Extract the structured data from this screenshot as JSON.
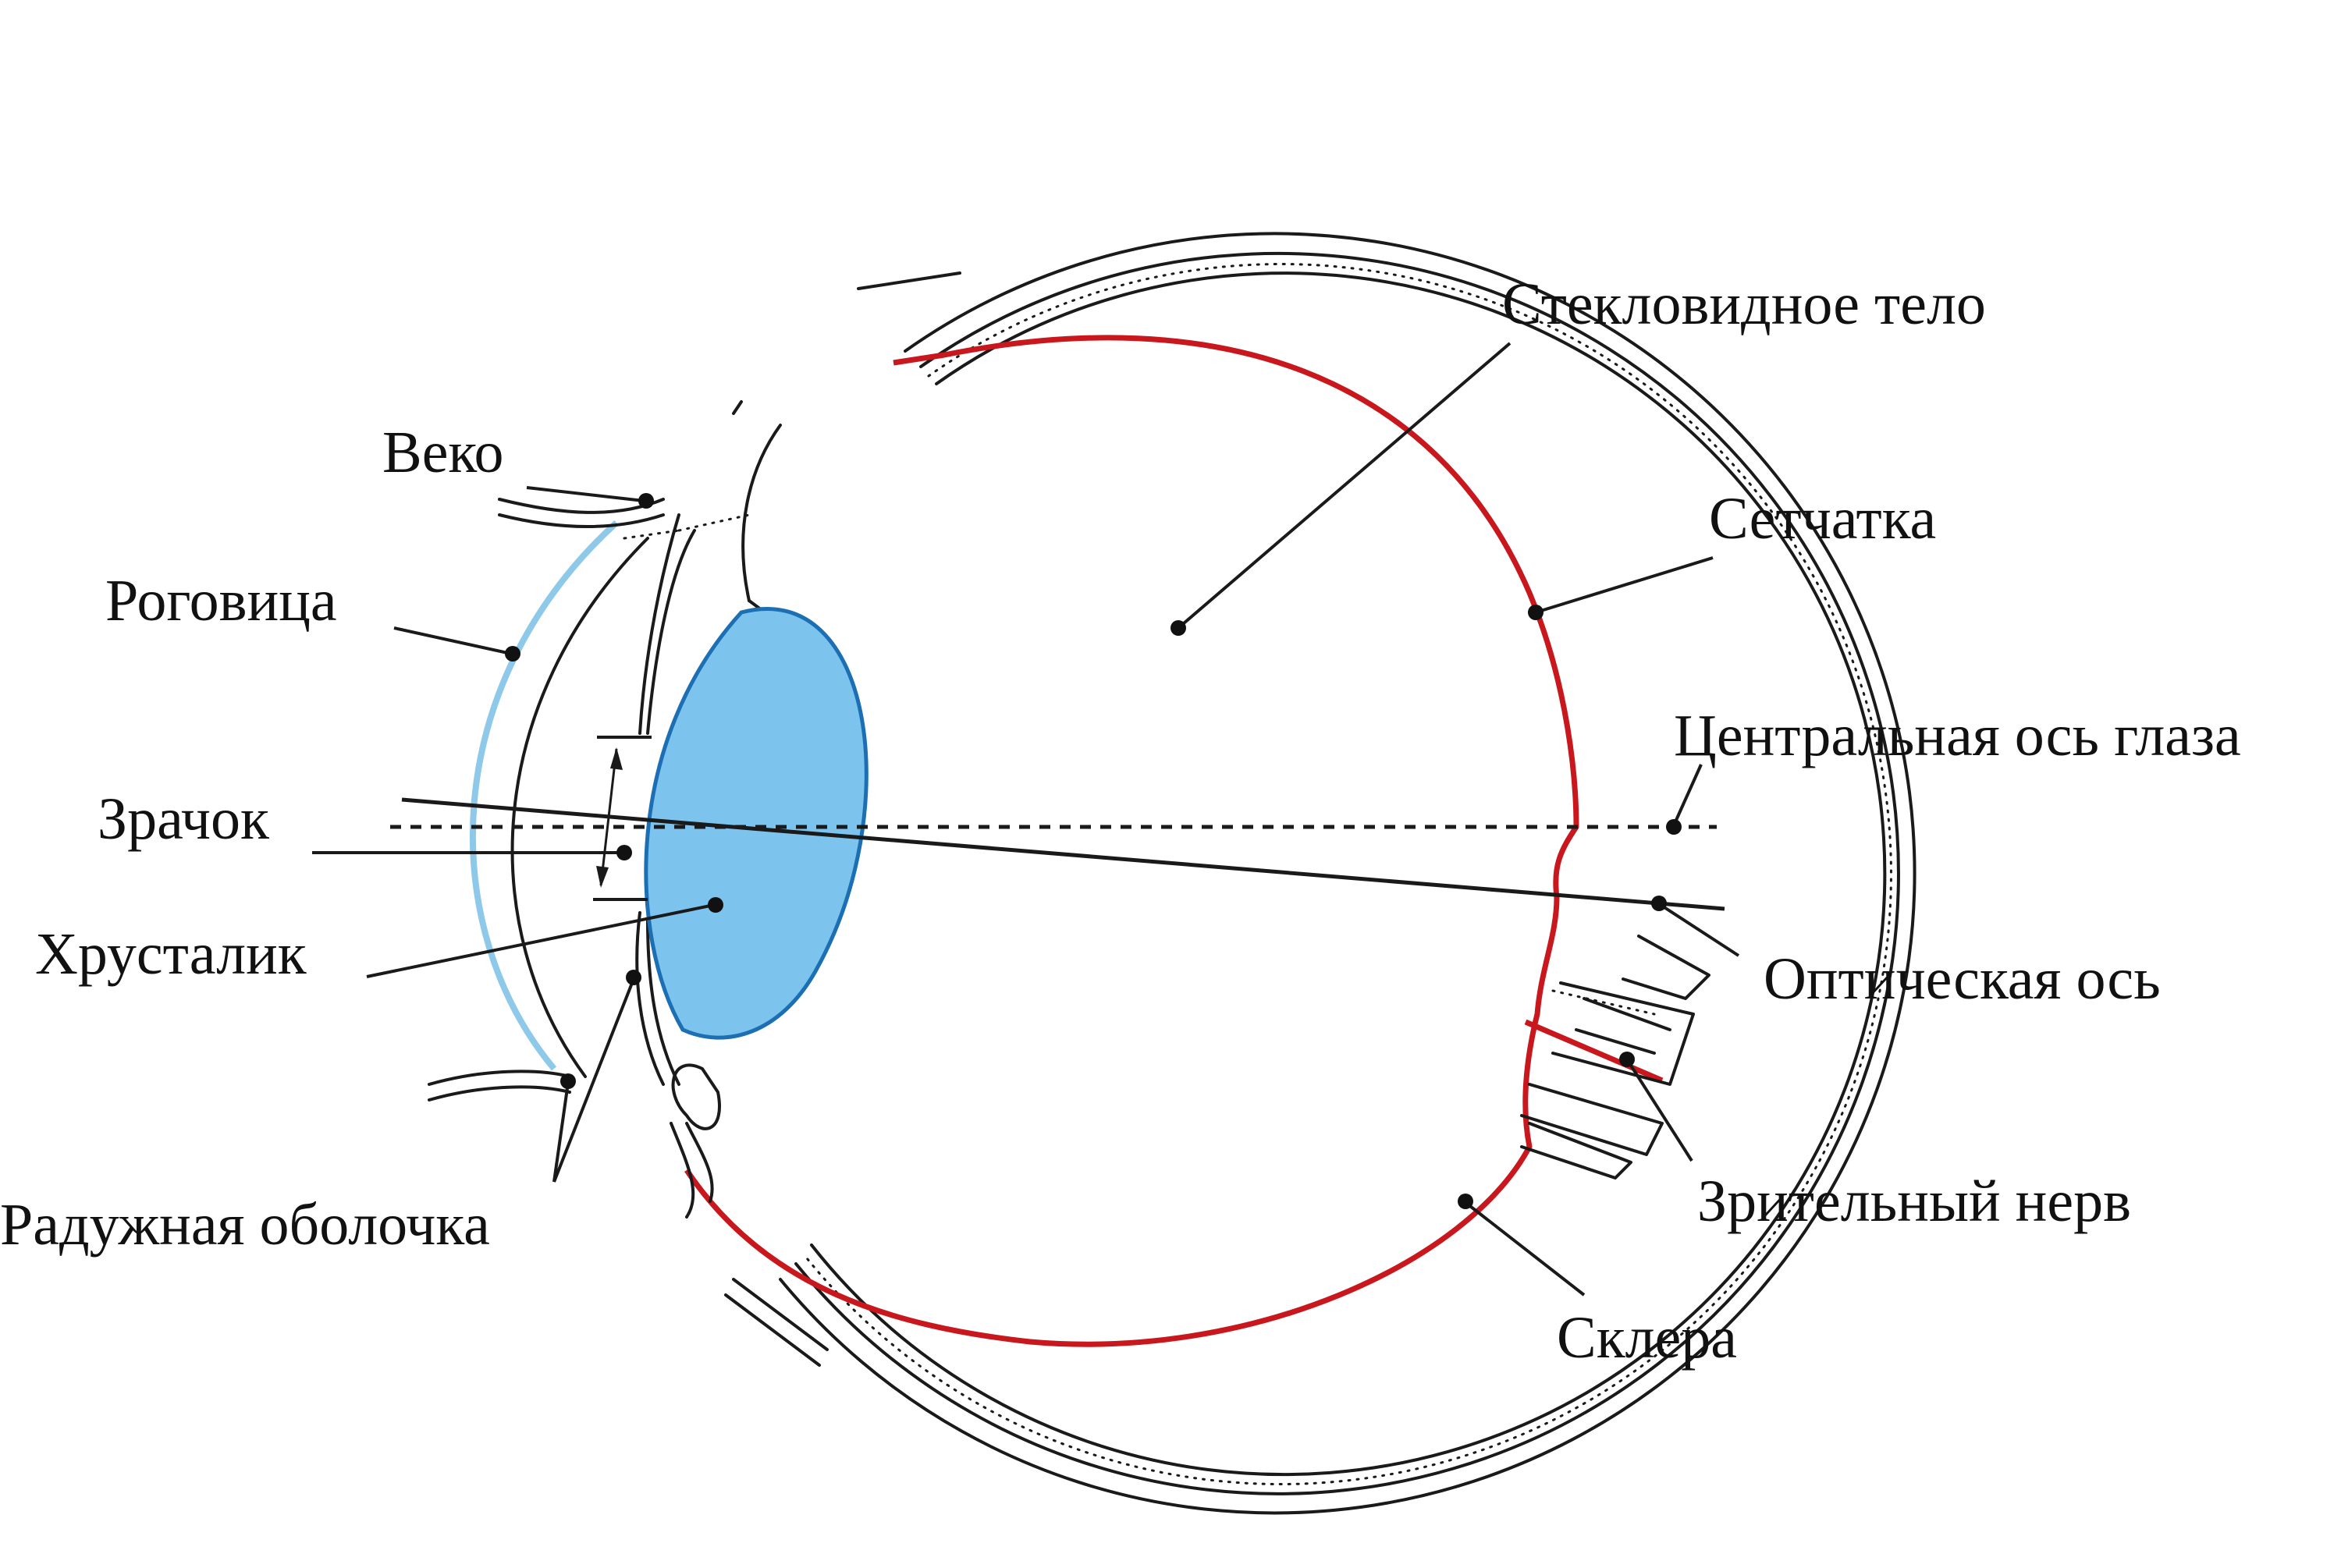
{
  "labels": {
    "vitreous": "Стекловидное тело",
    "eyelid": "Веко",
    "retina": "Сетчатка",
    "cornea": "Роговица",
    "central_axis": "Центральная ось глаза",
    "pupil": "Зрачок",
    "lens": "Хрусталик",
    "optical_axis": "Оптическая ось",
    "iris": "Радужная оболочка",
    "optic_nerve": "Зрительный нерв",
    "sclera": "Склера"
  },
  "colors": {
    "lens_fill": "#7cc4ee",
    "lens_stroke": "#1c6fb3",
    "cornea": "#8ec9ea",
    "retina": "#c8181e",
    "ink": "#1a1a1a"
  }
}
